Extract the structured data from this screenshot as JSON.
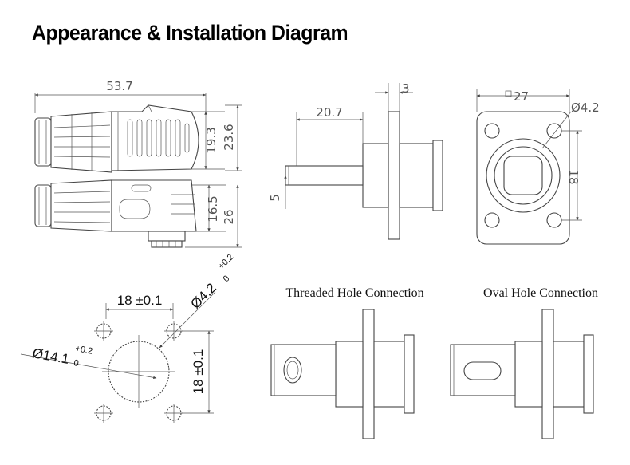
{
  "title": "Appearance & Installation Diagram",
  "side_view": {
    "length": "53.7",
    "h1": "19.3",
    "h2": "23.6",
    "h3": "16.5",
    "h4": "26"
  },
  "flange_side": {
    "shaft": "20.7",
    "flange": "3",
    "tip": "5"
  },
  "flange_front": {
    "width": "27",
    "hole": "Ø4.2",
    "pitch": "18"
  },
  "mount": {
    "hpitch": "18 ±0.1",
    "vpitch": "18 ±0.1",
    "hole_main": "Ø4.2",
    "hole_sup": "+0.2",
    "hole_sub": "0",
    "center_main": "Ø14.1",
    "center_sup": "+0.2",
    "center_sub": "0"
  },
  "threaded_caption": "Threaded Hole Connection",
  "oval_caption": "Oval Hole Connection"
}
